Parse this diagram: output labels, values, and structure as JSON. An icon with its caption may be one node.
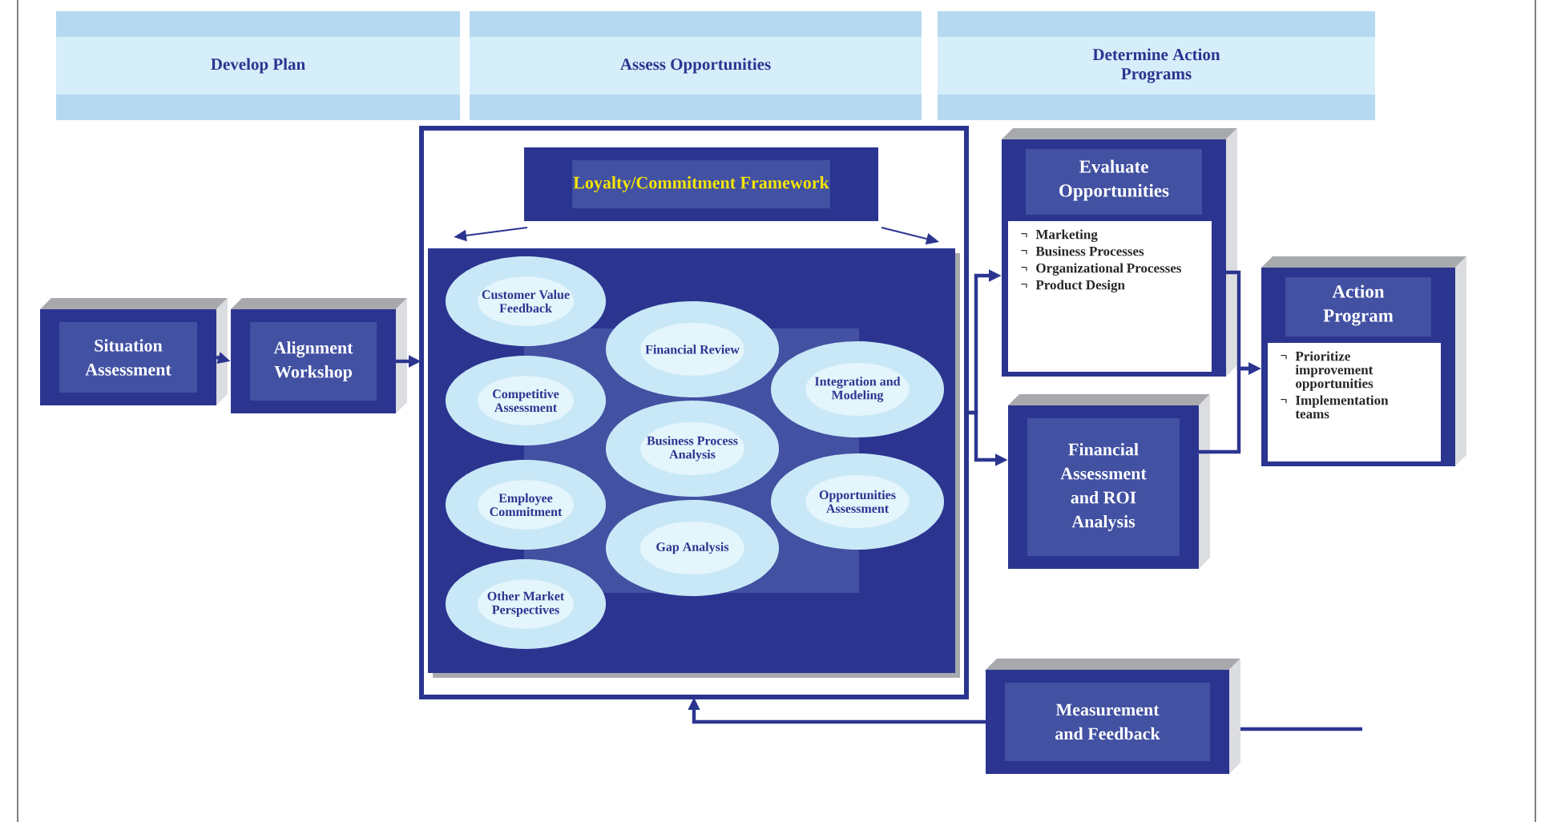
{
  "diagram": {
    "nodes": [
      {
        "text": [
          "Develop Plan"
        ]
      },
      {
        "text": [
          "Assess Opportunities"
        ]
      },
      {
        "text": [
          "Determine Action Programs"
        ]
      },
      {
        "text": [
          "Situation Assessment"
        ]
      },
      {
        "text": [
          "Alignment Workshop"
        ]
      },
      {
        "text": [],
        "shape": "box"
      },
      {
        "text": [
          "Loyalty/Commitment Framework"
        ],
        "in": 5
      },
      {
        "text": [],
        "shape": "box",
        "in": 5
      },
      {
        "text": [
          "Customer Value Feedback"
        ],
        "in": 7
      },
      {
        "text": [
          "Competitive Assessment"
        ],
        "in": 7
      },
      {
        "text": [
          "Employee Commitment"
        ],
        "in": 7
      },
      {
        "text": [
          "Other Market Perspectives"
        ],
        "in": 7
      },
      {
        "text": [
          "Financial Review"
        ],
        "in": 7
      },
      {
        "text": [
          "Business Process Analysis"
        ],
        "in": 7
      },
      {
        "text": [
          "Gap Analysis"
        ],
        "in": 7
      },
      {
        "text": [
          "Integration and Modeling"
        ],
        "in": 7
      },
      {
        "text": [
          "Opportunities Assessment"
        ],
        "in": 7
      },
      {
        "text": [
          "Evaluate Opportunities",
          "Marketing",
          "Business Processes",
          "Organizational Processes",
          "Product Design"
        ]
      },
      {
        "text": [
          "Financial Assessment and ROI Analysis"
        ]
      },
      {
        "text": [
          "Action Program",
          "Prioritize improvement opportunities",
          "Implementation teams"
        ]
      },
      {
        "text": [
          "Measurement and Feedback"
        ]
      }
    ],
    "edges": [
      {
        "from": 3,
        "to": 4,
        "arrow": "to"
      },
      {
        "from": 4,
        "to": 5,
        "arrow": "to"
      },
      {
        "from": 6,
        "to": 7,
        "arrow": "to"
      },
      {
        "from": 6,
        "to": 7,
        "arrow": "to"
      },
      {
        "from": 5,
        "to": 17,
        "arrow": "to"
      },
      {
        "from": 5,
        "to": 18,
        "arrow": "to"
      },
      {
        "from": 17,
        "to": 19,
        "arrow": "to"
      },
      {
        "from": 18,
        "to": 19,
        "arrow": "to"
      },
      {
        "from": 20,
        "to": 5,
        "arrow": "to"
      },
      {
        "from": null,
        "to": 20,
        "arrow": "none"
      }
    ]
  }
}
